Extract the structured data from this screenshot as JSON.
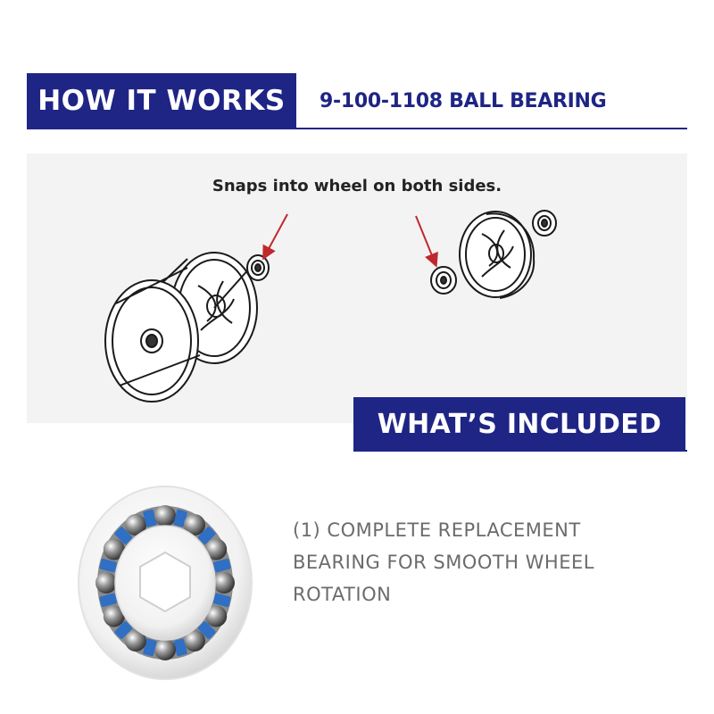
{
  "header": {
    "banner_label": "HOW IT WORKS",
    "product_title": "9-100-1108 BALL BEARING"
  },
  "diagram": {
    "caption": "Snaps into wheel on both sides."
  },
  "included": {
    "banner_label": "WHAT’S INCLUDED",
    "description_lines": [
      "(1) COMPLETE REPLACEMENT",
      "BEARING FOR SMOOTH WHEEL",
      "ROTATION"
    ]
  },
  "colors": {
    "brand_navy": "#1f2585",
    "arrow_red": "#c0282d",
    "bearing_blue": "#2f6fc4",
    "description_gray": "#6b6b6b"
  },
  "icons": {
    "left_wheel": "wheel-exploded-left-icon",
    "right_wheel": "wheel-exploded-right-icon",
    "bearing": "ball-bearing-icon"
  }
}
